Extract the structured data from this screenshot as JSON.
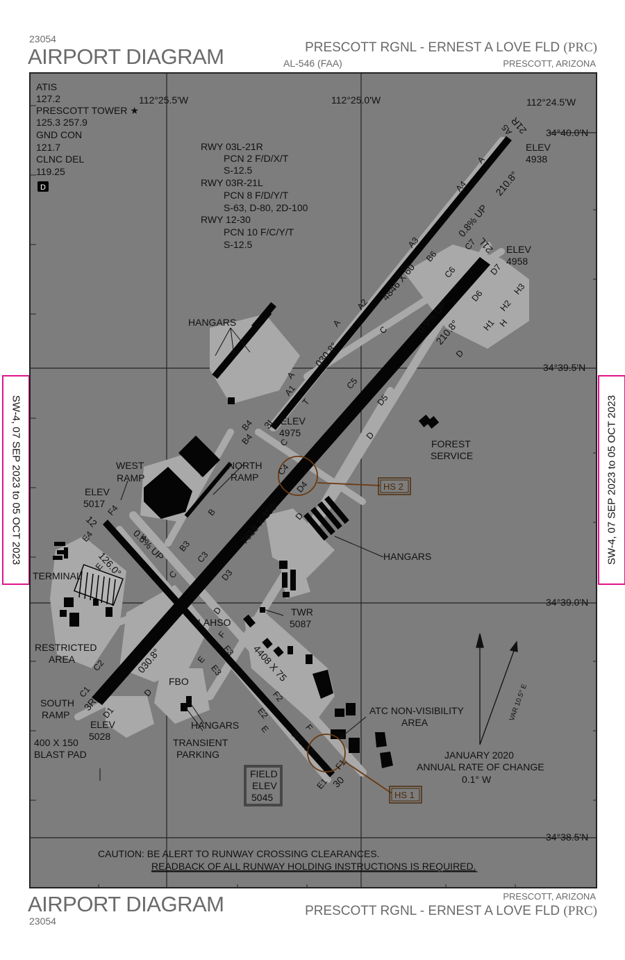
{
  "header": {
    "chart_number": "23054",
    "title": "AIRPORT DIAGRAM",
    "airport_name": "PRESCOTT RGNL - ERNEST A LOVE FLD",
    "airport_id": "(PRC)",
    "chart_id": "AL-546 (FAA)",
    "city": "PRESCOTT, ARIZONA"
  },
  "footer": {
    "city": "PRESCOTT, ARIZONA",
    "title": "AIRPORT DIAGRAM",
    "airport_name": "PRESCOTT RGNL - ERNEST A LOVE FLD",
    "airport_id": "(PRC)",
    "chart_number": "23054"
  },
  "validity": {
    "left": "SW-4, 07 SEP 2023 to 05 OCT 2023",
    "right": "SW-4, 07 SEP 2023 to 05 OCT 2023"
  },
  "frequencies": {
    "atis_label": "ATIS",
    "atis": "127.2",
    "tower_label": "PRESCOTT TOWER ★",
    "tower": "125.3  257.9",
    "gnd_label": "GND CON",
    "gnd": "121.7",
    "clnc_label": "CLNC DEL",
    "clnc": "119.25",
    "d_badge": "D"
  },
  "longitudes": [
    "112°25.5'W",
    "112°25.0'W",
    "112°24.5'W"
  ],
  "latitudes": [
    "34°40.0'N",
    "34°39.5'N",
    "34°39.0'N",
    "34°38.5'N"
  ],
  "runway_info": [
    "RWY 03L-21R",
    "PCN 2 F/D/X/T",
    "S-12.5",
    "RWY 03R-21L",
    "PCN 8 F/D/Y/T",
    "S-63, D-80, 2D-100",
    "RWY 12-30",
    "PCN 10 F/C/Y/T",
    "S-12.5"
  ],
  "runway_labels": {
    "rwy_21R": "21R",
    "rwy_3L": "3L",
    "rwy_21L": "21L",
    "rwy_3R": "3R",
    "rwy_12": "12",
    "rwy_30": "30",
    "dim_03L": "4846 X 60",
    "dim_03R": "7619 X 150",
    "dim_12": "4408 X 75",
    "grad_03L": "0.8% UP",
    "grad_03R": "0.9% UP",
    "grad_12": "0.6% UP",
    "hdg_210_a": "210.8°",
    "hdg_210_b": "210.8°",
    "hdg_030_a": "030.8°",
    "hdg_030_b": "030.8°",
    "hdg_126": "126.0°",
    "hdg_306": "306.0°"
  },
  "elevations": {
    "elev_label": "ELEV",
    "e_4938": "4938",
    "e_4958": "4958",
    "e_4975": "4975",
    "e_5017": "5017",
    "e_5028": "5028"
  },
  "taxiways": {
    "A5": "A5",
    "A": "A",
    "A4": "A4",
    "A3": "A3",
    "A2": "A2",
    "A1": "A1",
    "B6": "B6",
    "B4": "B4",
    "B": "B",
    "B3": "B3",
    "C7": "C7",
    "C6": "C6",
    "C5": "C5",
    "C4": "C4",
    "C3": "C3",
    "C2": "C2",
    "C1": "C1",
    "C": "C",
    "D7": "D7",
    "D6": "D6",
    "D5": "D5",
    "D4": "D4",
    "D3": "D3",
    "D1": "D1",
    "D": "D",
    "H3": "H3",
    "H2": "H2",
    "H1": "H1",
    "H": "H",
    "E4": "E4",
    "E3": "E3",
    "E2": "E2",
    "E1": "E1",
    "E": "E",
    "F4": "F4",
    "F3": "F3",
    "F2": "F2",
    "F1": "F1",
    "F": "F",
    "T": "T"
  },
  "labels": {
    "hangars_n": "HANGARS",
    "hangars_e": "HANGARS",
    "hangars_s": "HANGARS",
    "west_ramp_1": "WEST",
    "west_ramp_2": "RAMP",
    "north_ramp_1": "NORTH",
    "north_ramp_2": "RAMP",
    "forest_1": "FOREST",
    "forest_2": "SERVICE",
    "terminal": "TERMINAL",
    "restricted_1": "RESTRICTED",
    "restricted_2": "AREA",
    "south_ramp_1": "SOUTH",
    "south_ramp_2": "RAMP",
    "blast_1": "400 X 150",
    "blast_2": "BLAST PAD",
    "lahso": "LAHSO",
    "twr_1": "TWR",
    "twr_2": "5087",
    "fbo": "FBO",
    "transient_1": "TRANSIENT",
    "transient_2": "PARKING",
    "atc_1": "ATC NON-VISIBILITY",
    "atc_2": "AREA",
    "field_1": "FIELD",
    "field_2": "ELEV",
    "field_3": "5045",
    "hs1": "HS 1",
    "hs2": "HS 2",
    "rate_1": "JANUARY 2020",
    "rate_2": "ANNUAL RATE OF CHANGE",
    "rate_3": "0.1° W",
    "var": "VAR 10.5° E",
    "caution_1": "CAUTION: BE ALERT TO RUNWAY CROSSING CLEARANCES.",
    "caution_2": "READBACK OF ALL RUNWAY HOLDING INSTRUCTIONS IS REQUIRED."
  }
}
